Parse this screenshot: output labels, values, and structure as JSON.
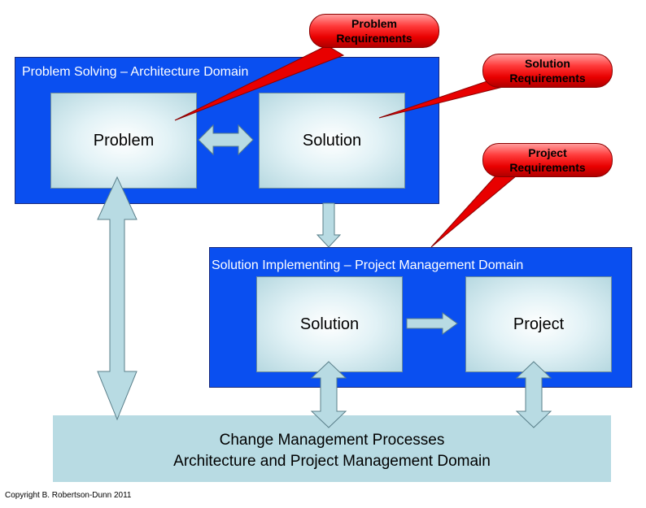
{
  "architecture_domain": {
    "title": "Problem Solving – Architecture Domain"
  },
  "project_domain": {
    "title": "Solution Implementing – Project Management Domain"
  },
  "boxes": {
    "problem": "Problem",
    "solution_top": "Solution",
    "solution_bottom": "Solution",
    "project": "Project"
  },
  "change_management": {
    "line1": "Change Management Processes",
    "line2": "Architecture and Project Management Domain"
  },
  "callouts": {
    "problem_req": {
      "line1": "Problem",
      "line2": "Requirements"
    },
    "solution_req": {
      "line1": "Solution",
      "line2": "Requirements"
    },
    "project_req": {
      "line1": "Project",
      "line2": "Requirements"
    }
  },
  "copyright": "Copyright B. Robertson-Dunn 2011",
  "colors": {
    "domain": "#0a4ff0",
    "arrow": "#b8dbe3",
    "callout": "#e80000"
  }
}
